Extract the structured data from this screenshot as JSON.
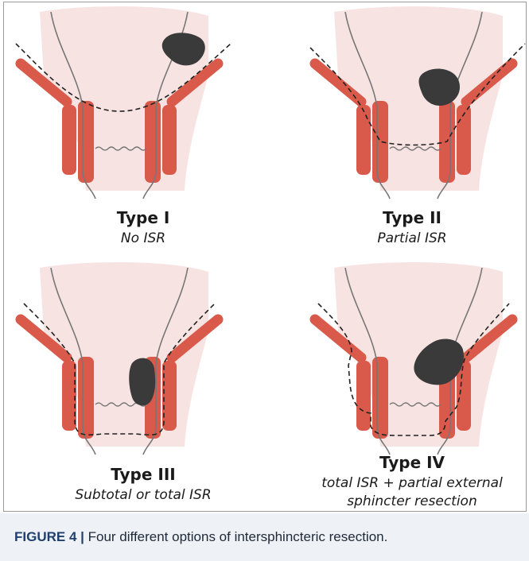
{
  "panels": [
    {
      "title": "Type I",
      "subtitle": "No ISR",
      "subtitle2": ""
    },
    {
      "title": "Type II",
      "subtitle": "Partial ISR",
      "subtitle2": ""
    },
    {
      "title": "Type III",
      "subtitle": "Subtotal or total ISR",
      "subtitle2": ""
    },
    {
      "title": "Type IV",
      "subtitle": "total ISR + partial external",
      "subtitle2": "sphincter resection"
    }
  ],
  "caption": {
    "label": "FIGURE 4 |",
    "text": " Four different options of intersphincteric resection."
  },
  "colors": {
    "muscle": "#d95a4a",
    "tissue": "#f7e4e2",
    "tumor": "#3a3a3a",
    "line": "#777777"
  }
}
